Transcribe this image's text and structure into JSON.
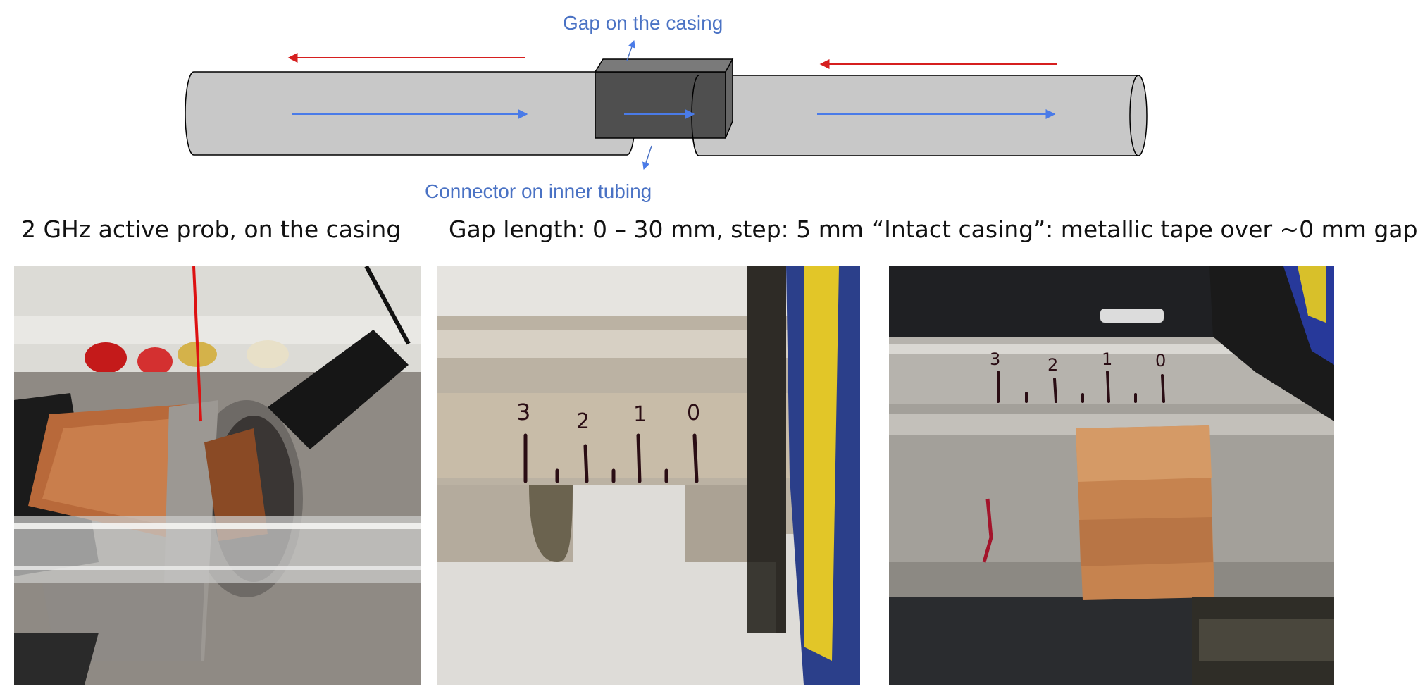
{
  "diagram": {
    "gap_label": "Gap on the casing",
    "connector_label": "Connector on inner tubing",
    "colors": {
      "tube": "#c8c8c8",
      "connector": "#5a5a5a",
      "flow": "#4a7be8",
      "reverse": "#d61f1f",
      "label": "#4a72c4"
    }
  },
  "captions": [
    "2 GHz active prob, on the casing",
    "Gap length: 0 – 30 mm, step: 5 mm",
    "“Intact casing”: metallic tape over ~0 mm gap"
  ],
  "photo1": {
    "description_icon": "probe-photo"
  },
  "photo2": {
    "scale_marks": [
      "3",
      "2",
      "1",
      "0"
    ]
  },
  "photo3": {
    "scale_marks": [
      "3",
      "2",
      "1",
      "0"
    ]
  }
}
